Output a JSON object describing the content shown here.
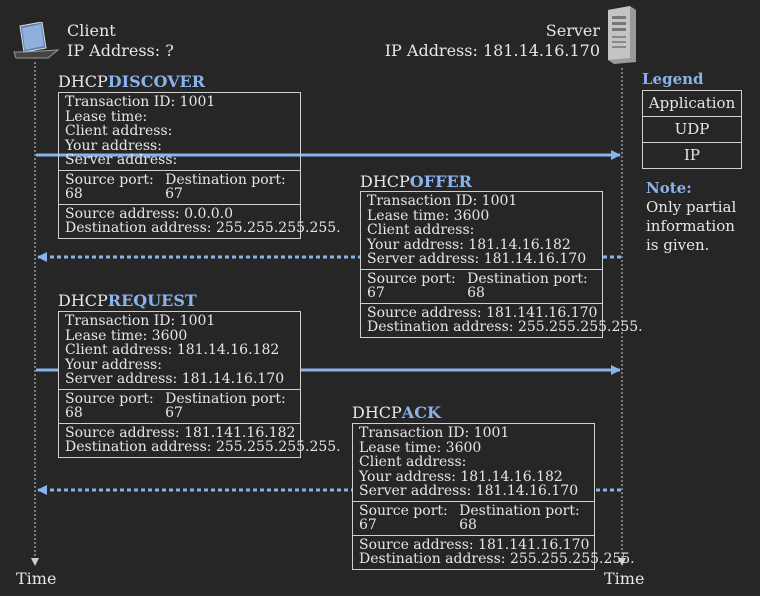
{
  "client": {
    "label": "Client",
    "ip": "IP Address: ?"
  },
  "server": {
    "label": "Server",
    "ip": "IP Address: 181.14.16.170"
  },
  "timeline": {
    "time_left": "Time",
    "time_right": "Time"
  },
  "legend": {
    "title": "Legend",
    "items": [
      "Application",
      "UDP",
      "IP"
    ]
  },
  "note": {
    "title": "Note:",
    "lines": [
      "Only partial",
      "information",
      "is given."
    ]
  },
  "messages": [
    {
      "prefix": "DHCP",
      "name": "DISCOVER",
      "app": [
        "Transaction ID: 1001",
        "Lease time:",
        "Client address:",
        "Your address:",
        "Server address:"
      ],
      "udp": {
        "src": "Source port: 68",
        "dst": "Destination port: 67"
      },
      "ip": {
        "src": "Source address: 0.0.0.0",
        "dst": "Destination address: 255.255.255.255."
      }
    },
    {
      "prefix": "DHCP",
      "name": "OFFER",
      "app": [
        "Transaction ID: 1001",
        "Lease time: 3600",
        "Client address:",
        "Your address: 181.14.16.182",
        "Server address: 181.14.16.170"
      ],
      "udp": {
        "src": "Source port: 67",
        "dst": "Destination port: 68"
      },
      "ip": {
        "src": "Source address: 181.141.16.170",
        "dst": "Destination address: 255.255.255.255."
      }
    },
    {
      "prefix": "DHCP",
      "name": "REQUEST",
      "app": [
        "Transaction ID: 1001",
        "Lease time: 3600",
        "Client address: 181.14.16.182",
        "Your address:",
        "Server address: 181.14.16.170"
      ],
      "udp": {
        "src": "Source port: 68",
        "dst": "Destination port: 67"
      },
      "ip": {
        "src": "Source address: 181.141.16.182",
        "dst": "Destination address: 255.255.255.255."
      }
    },
    {
      "prefix": "DHCP",
      "name": "ACK",
      "app": [
        "Transaction ID: 1001",
        "Lease time: 3600",
        "Client address:",
        "Your address: 181.14.16.182",
        "Server address: 181.14.16.170"
      ],
      "udp": {
        "src": "Source port: 67",
        "dst": "Destination port: 68"
      },
      "ip": {
        "src": "Source address: 181.141.16.170",
        "dst": "Destination address: 255.255.255.255."
      }
    }
  ]
}
